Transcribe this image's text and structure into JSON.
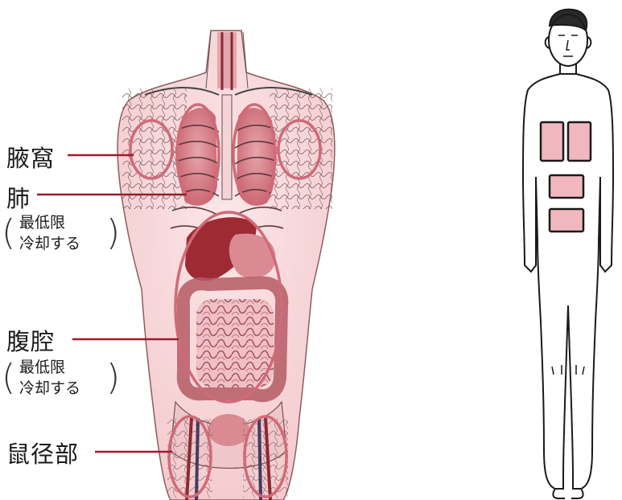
{
  "labels": {
    "axilla": "腋窩",
    "lung": "肺",
    "lung_note_line1": "最低限",
    "lung_note_line2": "冷却する",
    "abdomen": "腹腔",
    "abdomen_note_line1": "最低限",
    "abdomen_note_line2": "冷却する",
    "groin": "鼠径部"
  },
  "colors": {
    "leader_line": "#9b1c2c",
    "highlight_ring": "#d06a78",
    "organ_dark": "#9e2a33",
    "organ_mid": "#d98a92",
    "organ_light": "#f2c9cd",
    "ice_pack": "#f0b8be",
    "outline": "#1a1a1a"
  },
  "icons": {
    "anatomy": "anatomy-torso-illustration",
    "person": "person-outline-icon"
  }
}
